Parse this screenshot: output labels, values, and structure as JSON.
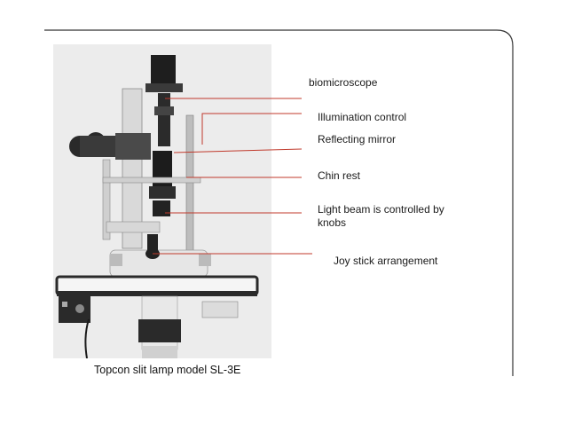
{
  "labels": {
    "biomicroscope": "biomicroscope",
    "illumination": "Illumination control",
    "mirror": "Reflecting mirror",
    "chin_rest": "Chin rest",
    "light_beam_line1": "Light beam is controlled by",
    "light_beam_line2": "knobs",
    "joystick": "Joy stick arrangement"
  },
  "caption": "Topcon slit lamp model SL-3E",
  "colors": {
    "leader_line": "#c0392b",
    "frame": "#333333",
    "table_top": "#2a2a2a"
  }
}
